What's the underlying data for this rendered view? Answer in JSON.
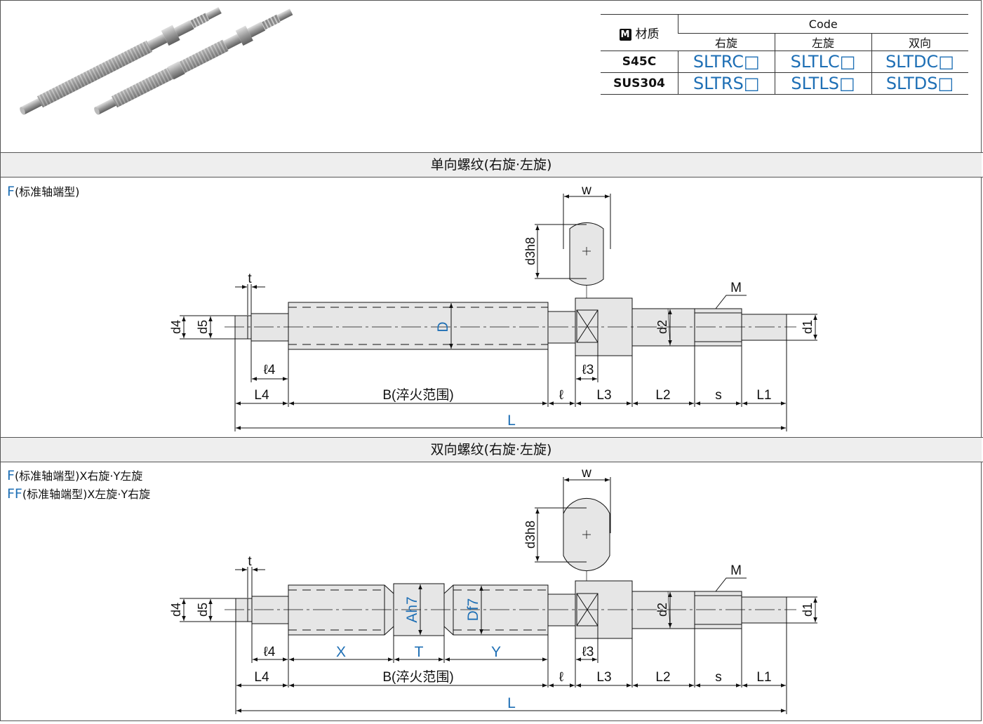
{
  "table": {
    "material_header": "材质",
    "material_badge": "M",
    "code_header": "Code",
    "sub_headers": [
      "右旋",
      "左旋",
      "双向"
    ],
    "rows": [
      {
        "material": "S45C",
        "codes": [
          "SLTRC□",
          "SLTLC□",
          "SLTDC□"
        ]
      },
      {
        "material": "SUS304",
        "codes": [
          "SLTRS□",
          "SLTLS□",
          "SLTDS□"
        ]
      }
    ]
  },
  "section1": {
    "title": "单向螺纹(右旋·左旋)",
    "caption_code": "F",
    "caption_text": "(标准轴端型)"
  },
  "section2": {
    "title": "双向螺纹(右旋·左旋)",
    "caption_line1_code": "F",
    "caption_line1_text": "(标准轴端型)X右旋·Y左旋",
    "caption_line2_code": "FF",
    "caption_line2_text": "(标准轴端型)X左旋·Y右旋"
  },
  "dims": {
    "w": "w",
    "d3": "d3h8",
    "t": "t",
    "M": "M",
    "d4": "d4",
    "d5": "d5",
    "D": "D",
    "d2": "d2",
    "d1": "d1",
    "l4": "ℓ4",
    "l3": "ℓ3",
    "L4": "L4",
    "B": "B(淬火范围)",
    "l": "ℓ",
    "L3": "L3",
    "L2": "L2",
    "s": "s",
    "L1": "L1",
    "L": "L",
    "X": "X",
    "T": "T",
    "Y": "Y",
    "A": "Ah7",
    "Df": "Df7"
  }
}
